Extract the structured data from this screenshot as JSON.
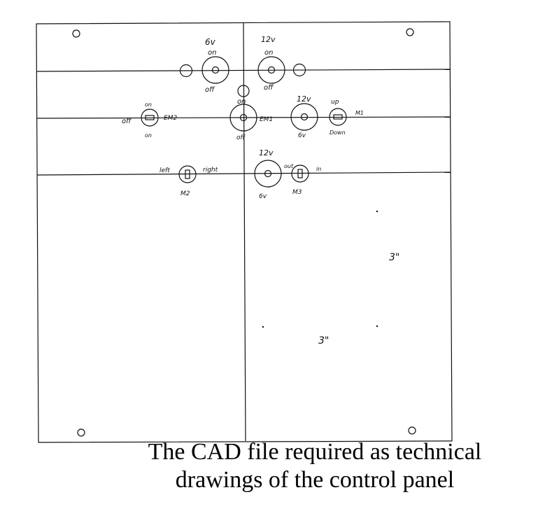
{
  "colors": {
    "ink": "#111111",
    "paper": "#ffffff"
  },
  "panel": {
    "switches": {
      "left_pair": {
        "top": "6v",
        "top2": "on",
        "bottom": "off"
      },
      "right_pair": {
        "top": "12v",
        "top2": "on",
        "bottom": "off"
      },
      "em1": {
        "top": "on",
        "bottom": "off",
        "side": "EM1"
      },
      "em2": {
        "top": "on",
        "bottom": "on",
        "left": "off",
        "side": "EM2"
      },
      "volt_mid": {
        "top": "12v",
        "bottom": "6v"
      },
      "m1": {
        "top": "up",
        "bottom": "Down",
        "side": "M1"
      },
      "m2": {
        "left": "left",
        "right": "right",
        "bottom": "M2"
      },
      "volt_low": {
        "top": "12v",
        "bottom": "6v"
      },
      "m3": {
        "left": "out",
        "right": "in",
        "bottom": "M3"
      }
    },
    "dimensions": {
      "height_label": "3\"",
      "width_label": "3\""
    }
  },
  "caption": {
    "line1": "The CAD file required as technical",
    "line2": "drawings of the control panel"
  }
}
